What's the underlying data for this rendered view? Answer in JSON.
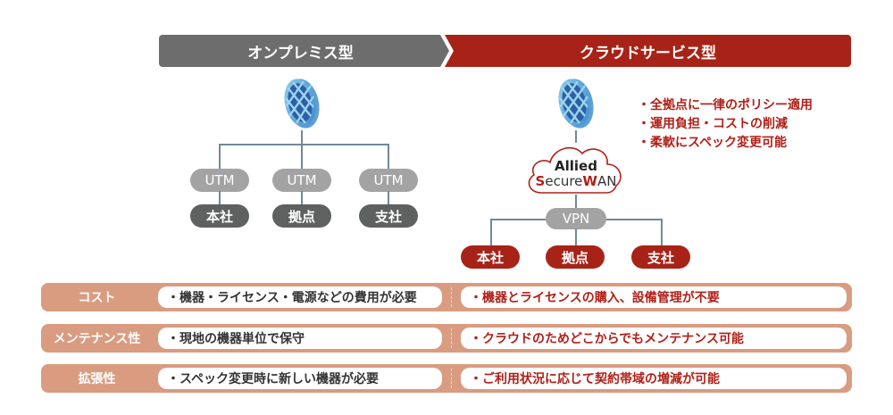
{
  "headers": {
    "onpremise": "オンプレミス型",
    "cloud": "クラウドサービス型"
  },
  "colors": {
    "onpremise_header": "#6d6d6d",
    "cloud_header": "#a82317",
    "row_band": "#d99c80",
    "accent_red": "#b02018"
  },
  "onpremise_diagram": {
    "internet_icon": "globe-icon",
    "devices": [
      "UTM",
      "UTM",
      "UTM"
    ],
    "sites": [
      "本社",
      "拠点",
      "支社"
    ]
  },
  "cloud_diagram": {
    "internet_icon": "globe-icon",
    "cloud": {
      "line1": "Allied",
      "line2_prefix_red": "S",
      "line2_mid": "ecure",
      "line2_red": "W",
      "line2_suffix": "AN"
    },
    "connection": "VPN",
    "sites": [
      "本社",
      "拠点",
      "支社"
    ],
    "benefits": [
      "・全拠点に一律のポリシー適用",
      "・運用負担・コストの削減",
      "・柔軟にスペック変更可能"
    ]
  },
  "comparison": [
    {
      "label": "コスト",
      "onpremise": "・機器・ライセンス・電源などの費用が必要",
      "cloud": "・機器とライセンスの購入、設備管理が不要"
    },
    {
      "label": "メンテナンス性",
      "onpremise": "・現地の機器単位で保守",
      "cloud": "・クラウドのためどこからでもメンテナンス可能"
    },
    {
      "label": "拡張性",
      "onpremise": "・スペック変更時に新しい機器が必要",
      "cloud": "・ご利用状況に応じて契約帯域の増減が可能"
    }
  ]
}
